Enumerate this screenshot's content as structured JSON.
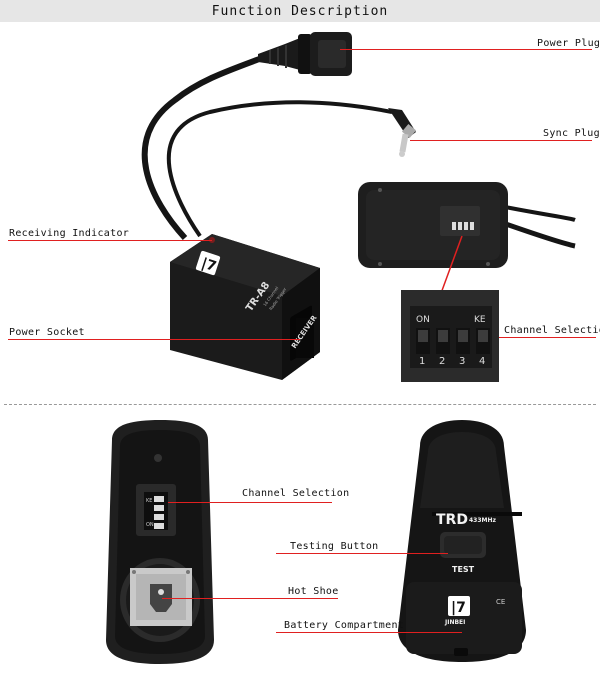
{
  "header": {
    "title": "Function Description"
  },
  "labels": {
    "power_plug": "Power Plug",
    "sync_plug": "Sync Plug",
    "receiving_indicator": "Receiving Indicator",
    "power_socket": "Power Socket",
    "channel_selection_top": "Channel Selection",
    "channel_selection_bottom": "Channel Selection",
    "testing_button": "Testing Button",
    "hot_shoe": "Hot Shoe",
    "battery_compartment": "Battery Compartment"
  },
  "receiver": {
    "brand_mark": "JINBEI",
    "model": "TR-A8",
    "subtitle_1": "16 Channel",
    "subtitle_2": "Radio Trigger",
    "side_text": "RECEIVER"
  },
  "dip_switch": {
    "on_label": "ON",
    "ke_label": "KE",
    "numbers": [
      "1",
      "2",
      "3",
      "4"
    ]
  },
  "transmitter": {
    "model": "TRD",
    "frequency": "433MHz",
    "test_label": "TEST",
    "brand": "JINBEI"
  },
  "colors": {
    "accent": "#e02020",
    "device": "#1b1b1b"
  }
}
